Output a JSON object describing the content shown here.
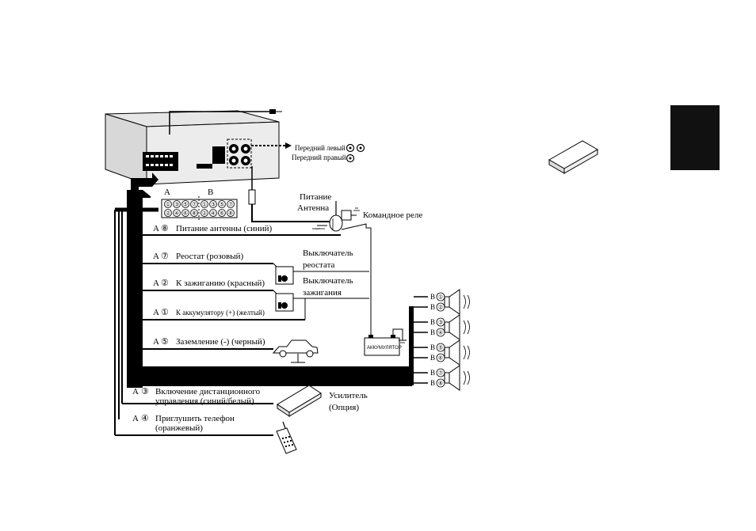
{
  "head_unit": {
    "connector_a_label": "A",
    "connector_b_label": "B",
    "pins": [
      "①",
      "②",
      "③",
      "④",
      "⑤",
      "⑥",
      "⑦",
      "⑧"
    ]
  },
  "rca": {
    "front_left": "Передний левый",
    "front_right": "Передний правый"
  },
  "antenna": {
    "power_label": "Питание",
    "antenna_label": "Антенна"
  },
  "relay_label": "Командное реле",
  "wires": [
    {
      "conn": "A",
      "pin": "⑧",
      "label": "Питание антенны (синий)"
    },
    {
      "conn": "A",
      "pin": "⑦",
      "label": "Реостат (розовый)"
    },
    {
      "conn": "A",
      "pin": "②",
      "label": "К зажиганию (красный)"
    },
    {
      "conn": "A",
      "pin": "①",
      "label": "К аккумулятору (+) (желтый)"
    },
    {
      "conn": "A",
      "pin": "⑤",
      "label": "Заземление (-) (черный)"
    }
  ],
  "switches": {
    "rheostat_line1": "Выключатель",
    "rheostat_line2": "реостата",
    "ignition_line1": "Выключатель",
    "ignition_line2": "зажигания"
  },
  "battery_label": "АККУМУЛЯТОР",
  "remote": {
    "conn": "A",
    "pin": "③",
    "line1": "Включение дистанционного",
    "line2": "управления (синий/белый)"
  },
  "phone": {
    "conn": "A",
    "pin": "④",
    "line1": "Приглушить телефон",
    "line2": "(оранжевый)"
  },
  "amplifier": {
    "line1": "Усилитель",
    "line2": "(Опция)"
  },
  "speakers": [
    {
      "conn": "B",
      "pins": [
        "①",
        "②"
      ]
    },
    {
      "conn": "B",
      "pins": [
        "③",
        "④"
      ]
    },
    {
      "conn": "B",
      "pins": [
        "⑤",
        "⑥"
      ]
    },
    {
      "conn": "B",
      "pins": [
        "⑦",
        "⑧"
      ]
    }
  ],
  "colors": {
    "ink": "#000000",
    "panel": "#e6e6e6",
    "tab": "#111111"
  }
}
